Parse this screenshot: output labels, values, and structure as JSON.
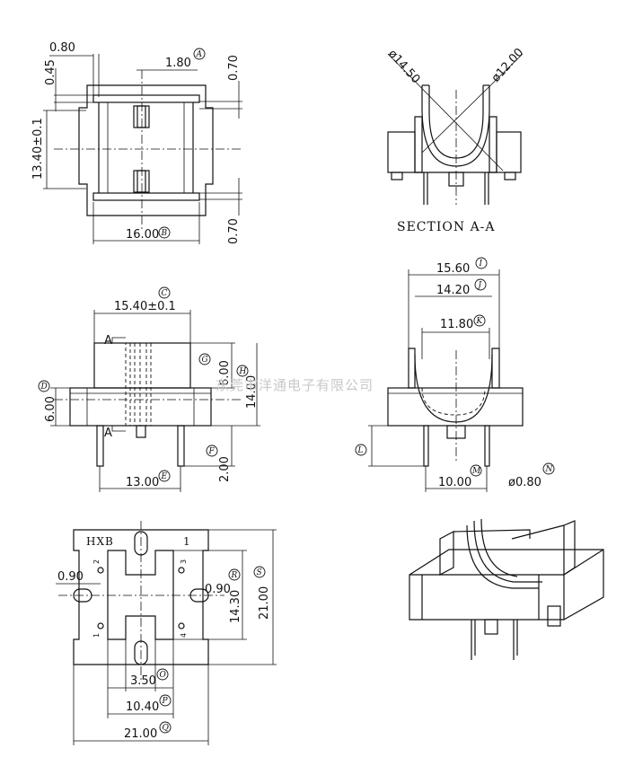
{
  "dimensions": {
    "d080": "0.80",
    "d045": "0.45",
    "d180": "1.80",
    "d070a": "0.70",
    "d1340": "13.40±0.1",
    "d1600": "16.00",
    "d070b": "0.70",
    "d1450": "ø14.50",
    "d1200": "ø12.00",
    "d1540": "15.40±0.1",
    "d600a": "6.00",
    "d1400": "14.00",
    "d600b": "6.00",
    "d200": "2.00",
    "d1300": "13.00",
    "d1560": "15.60",
    "d1420": "14.20",
    "d1180": "11.80",
    "d1000": "10.00",
    "d080b": "ø0.80",
    "d090a": "0.90",
    "d090b": "0.90",
    "d1430": "14.30",
    "d2100v": "21.00",
    "d350": "3.50",
    "d1040": "10.40",
    "d2100h": "21.00"
  },
  "callouts": {
    "A": "A",
    "B": "B",
    "C": "C",
    "D": "D",
    "E": "E",
    "F": "F",
    "G": "G",
    "H": "H",
    "I": "I",
    "J": "J",
    "K": "K",
    "L": "L",
    "M": "M",
    "N": "N",
    "O": "O",
    "P": "P",
    "Q": "Q",
    "R": "R",
    "S": "S"
  },
  "labels": {
    "section": "SECTION A-A",
    "sec_a_top": "A",
    "sec_a_bot": "A",
    "marking": "HXB",
    "pin1": "1",
    "pin2": "2",
    "pin3": "3",
    "pin4": "4",
    "pin1b": "1"
  },
  "watermark": "东莞市洋通电子有限公司"
}
